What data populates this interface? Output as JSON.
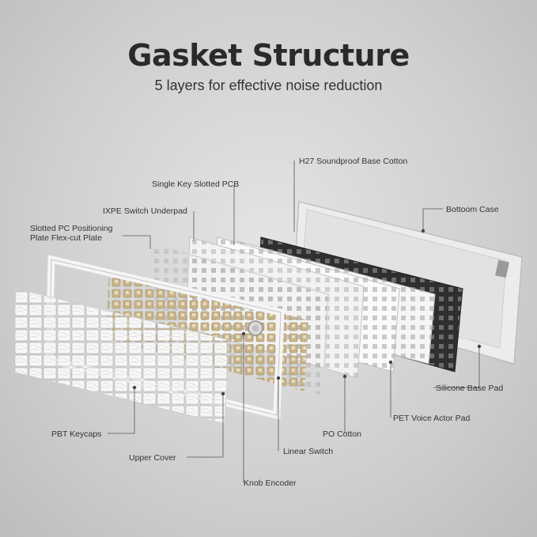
{
  "header": {
    "title": "Gasket Structure",
    "subtitle": "5 layers for effective noise reduction"
  },
  "labels": {
    "h27_soundproof": "H27 Soundproof Base Cotton",
    "single_key_pcb": "Single Key Slotted PCB",
    "ixpe_underpad": "IXPE Switch Underpad",
    "slotted_pc_line1": "Slotted PC Positioning",
    "slotted_pc_line2": "Plate Flex-cut Plate",
    "bottom_case": "Bottoom Case",
    "silicone_base_pad": "Silicone Base Pad",
    "pet_voice_pad": "PET Voice Actor Pad",
    "po_cotton": "PO Cotton",
    "linear_switch": "Linear Switch",
    "pbt_keycaps": "PBT Keycaps",
    "upper_cover": "Upper Cover",
    "knob_encoder": "Knob Encoder"
  },
  "colors": {
    "background": "#d6d6d6",
    "case_white": "#f2f2f2",
    "dark_layer": "#3a3a3a",
    "switch_gold": "#c9b48a"
  }
}
